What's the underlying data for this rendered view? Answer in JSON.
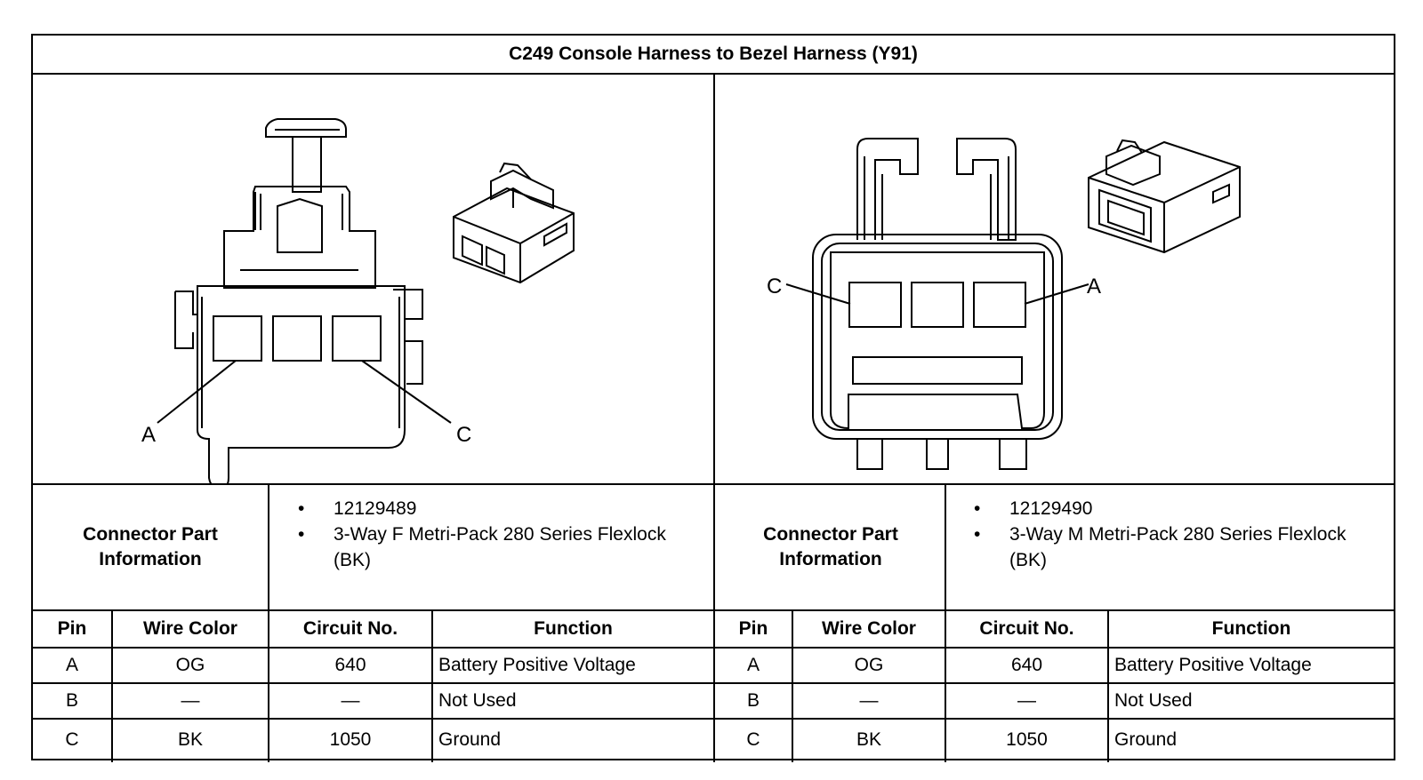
{
  "title": "C249 Console Harness to Bezel Harness (Y91)",
  "connectors": [
    {
      "part_info_label": "Connector Part Information",
      "part_info": [
        "12129489",
        "3-Way F Metri-Pack 280 Series Flexlock (BK)"
      ],
      "pin_labels": {
        "a": "A",
        "c": "C"
      },
      "headers": {
        "pin": "Pin",
        "wire_color": "Wire Color",
        "circuit": "Circuit No.",
        "function": "Function"
      },
      "rows": [
        {
          "pin": "A",
          "wire_color": "OG",
          "circuit": "640",
          "function": "Battery Positive Voltage"
        },
        {
          "pin": "B",
          "wire_color": "—",
          "circuit": "—",
          "function": "Not Used"
        },
        {
          "pin": "C",
          "wire_color": "BK",
          "circuit": "1050",
          "function": "Ground"
        }
      ]
    },
    {
      "part_info_label": "Connector Part Information",
      "part_info": [
        "12129490",
        "3-Way M Metri-Pack 280 Series Flexlock (BK)"
      ],
      "pin_labels": {
        "a": "A",
        "c": "C"
      },
      "headers": {
        "pin": "Pin",
        "wire_color": "Wire Color",
        "circuit": "Circuit No.",
        "function": "Function"
      },
      "rows": [
        {
          "pin": "A",
          "wire_color": "OG",
          "circuit": "640",
          "function": "Battery Positive Voltage"
        },
        {
          "pin": "B",
          "wire_color": "—",
          "circuit": "—",
          "function": "Not Used"
        },
        {
          "pin": "C",
          "wire_color": "BK",
          "circuit": "1050",
          "function": "Ground"
        }
      ]
    }
  ]
}
